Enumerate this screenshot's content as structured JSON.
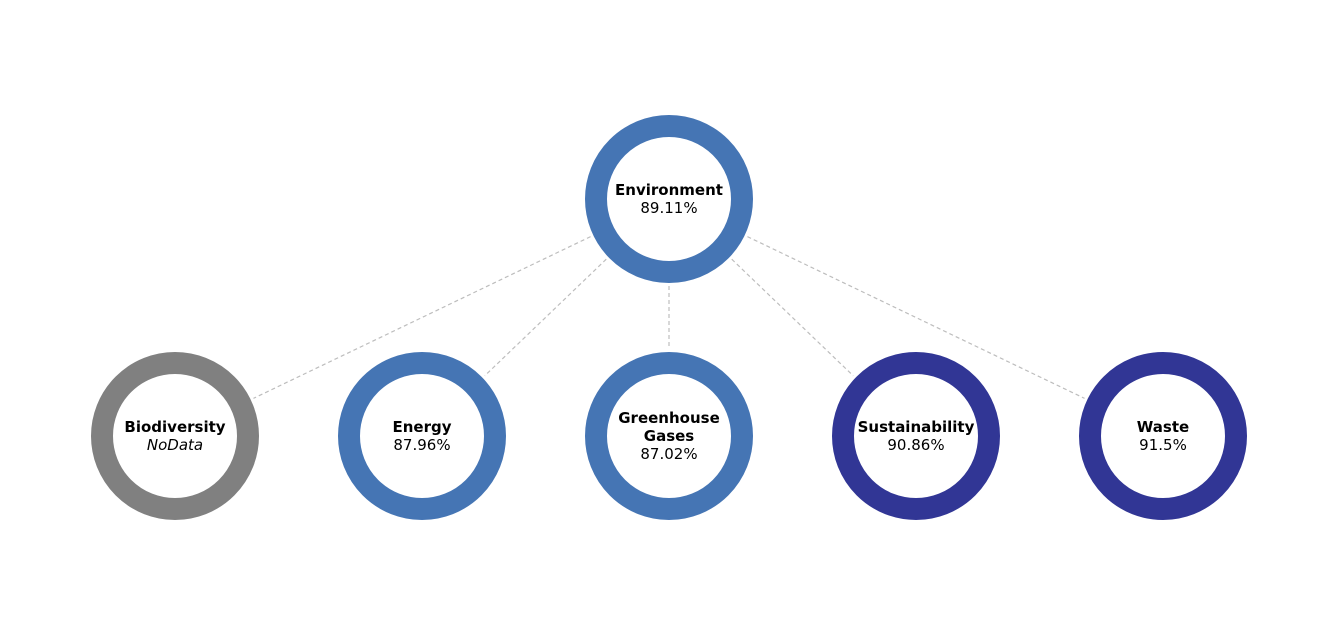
{
  "nodes": {
    "root": {
      "name": "Environment",
      "value": "89.11%",
      "ring_color": "#4575b4"
    },
    "biodiversity": {
      "name": "Biodiversity",
      "value": "NoData",
      "ring_color": "#808080"
    },
    "energy": {
      "name": "Energy",
      "value": "87.96%",
      "ring_color": "#4575b4"
    },
    "greenhouse_gases": {
      "name": "Greenhouse Gases",
      "value": "87.02%",
      "ring_color": "#4575b4"
    },
    "sustainability": {
      "name": "Sustainability",
      "value": "90.86%",
      "ring_color": "#313695"
    },
    "waste": {
      "name": "Waste",
      "value": "91.5%",
      "ring_color": "#313695"
    }
  },
  "edge_color": "#bdbdbd"
}
